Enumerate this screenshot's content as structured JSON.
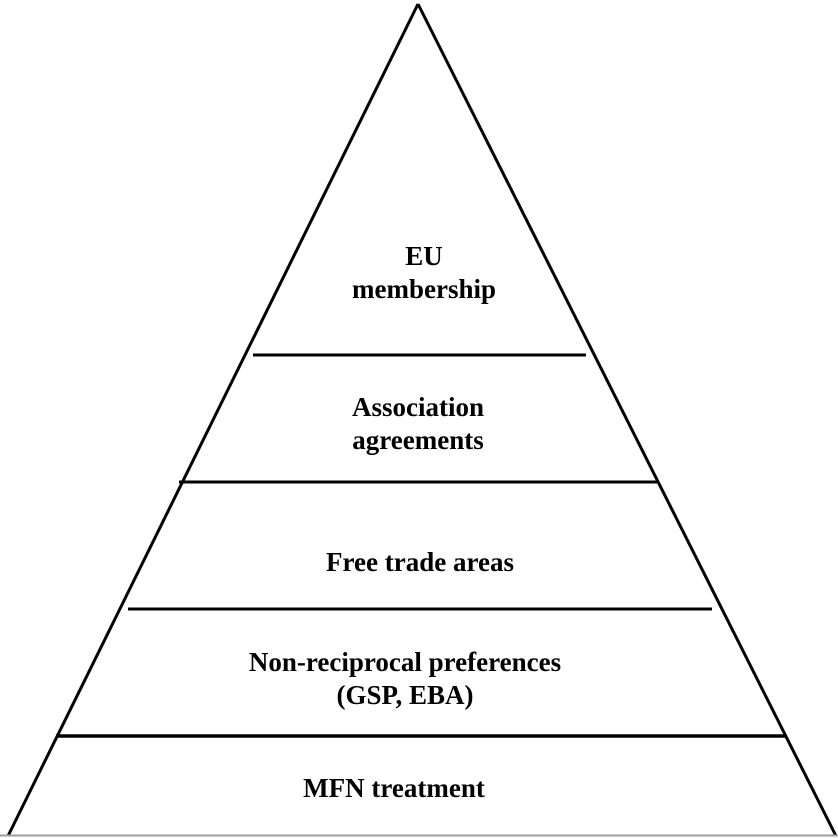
{
  "pyramid": {
    "description": "Pyramid diagram of EU trade preference levels, most preferential at top",
    "tiers": [
      {
        "label": "EU membership",
        "lines": [
          "EU",
          "membership"
        ]
      },
      {
        "label": "Association agreements",
        "lines": [
          "Association",
          "agreements"
        ]
      },
      {
        "label": "Free trade areas",
        "lines": [
          "Free trade areas"
        ]
      },
      {
        "label": "Non-reciprocal preferences (GSP, EBA)",
        "lines": [
          "Non-reciprocal preferences",
          "(GSP, EBA)"
        ]
      },
      {
        "label": "MFN treatment",
        "lines": [
          "MFN treatment"
        ]
      }
    ],
    "colors": {
      "line": "#000000",
      "text": "#000000",
      "background": "#ffffff",
      "bottom_border": "#9e9e9e"
    }
  }
}
